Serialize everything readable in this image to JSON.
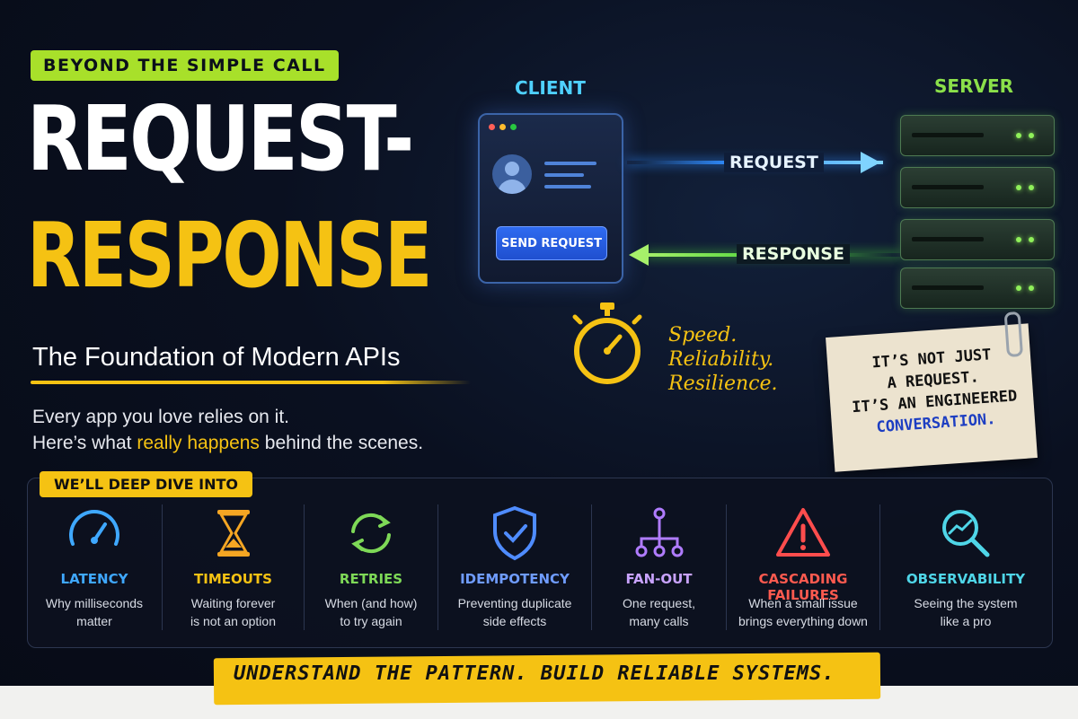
{
  "badge": "BEYOND THE SIMPLE CALL",
  "title": {
    "line1": "REQUEST-",
    "line2": "RESPONSE"
  },
  "subtitle": "The Foundation of Modern APIs",
  "intro": {
    "line1": "Every app you love relies on it.",
    "line2_before": "Here’s what ",
    "line2_highlight": "really happens",
    "line2_after": " behind the scenes."
  },
  "diagram": {
    "client_label": "CLIENT",
    "server_label": "SERVER",
    "send_button": "SEND REQUEST",
    "request_label": "REQUEST",
    "response_label": "RESPONSE"
  },
  "tagline": [
    "Speed.",
    "Reliability.",
    "Resilience."
  ],
  "note": {
    "line1": "IT’S NOT JUST",
    "line2": "A REQUEST.",
    "line3": "IT’S AN ENGINEERED",
    "line4": "CONVERSATION."
  },
  "dive": {
    "header": "WE’LL DEEP DIVE INTO",
    "items": [
      {
        "title": "LATENCY",
        "desc1": "Why milliseconds",
        "desc2": "matter",
        "color": "#3fa8ff",
        "icon": "speedometer-icon"
      },
      {
        "title": "TIMEOUTS",
        "desc1": "Waiting forever",
        "desc2": "is not an option",
        "color": "#f5c213",
        "icon": "hourglass-icon"
      },
      {
        "title": "RETRIES",
        "desc1": "When (and how)",
        "desc2": "to try again",
        "color": "#7ed957",
        "icon": "refresh-icon"
      },
      {
        "title": "IDEMPOTENCY",
        "desc1": "Preventing duplicate",
        "desc2": "side effects",
        "color": "#4f8cff",
        "icon": "shield-check-icon"
      },
      {
        "title": "FAN-OUT",
        "desc1": "One request,",
        "desc2": "many calls",
        "color": "#b07cff",
        "icon": "fan-out-icon"
      },
      {
        "title": "CASCADING FAILURES",
        "desc1": "When a small issue",
        "desc2": "brings everything down",
        "color": "#ff4d4d",
        "icon": "warning-icon"
      },
      {
        "title": "OBSERVABILITY",
        "desc1": "Seeing the system",
        "desc2": "like a pro",
        "color": "#4fd6e8",
        "icon": "magnifier-chart-icon"
      }
    ]
  },
  "banner": "UNDERSTAND THE PATTERN. BUILD RELIABLE SYSTEMS."
}
